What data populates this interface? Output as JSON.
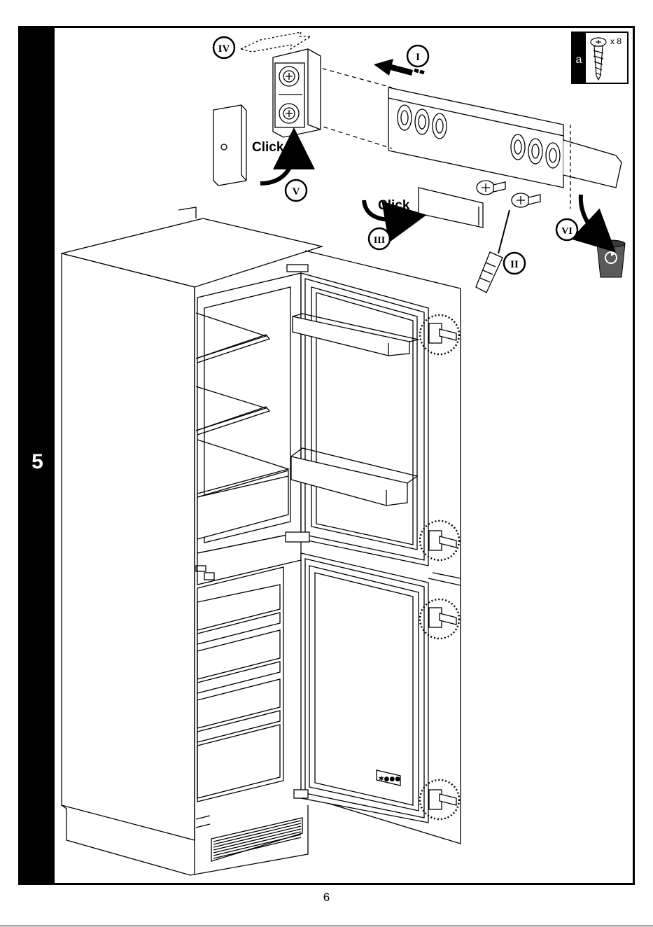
{
  "step": {
    "number": "5"
  },
  "labels": {
    "click_top": "Click",
    "click_mid": "Click"
  },
  "steps": {
    "s1": "I",
    "s2": "II",
    "s3": "III",
    "s4": "IV",
    "s5": "V",
    "s6": "VI"
  },
  "parts_box": {
    "part_letter": "a",
    "quantity": "x 8"
  },
  "page": {
    "number": "6"
  },
  "colors": {
    "ink": "#000000",
    "paper": "#ffffff",
    "bin": "#5a5a5a"
  }
}
